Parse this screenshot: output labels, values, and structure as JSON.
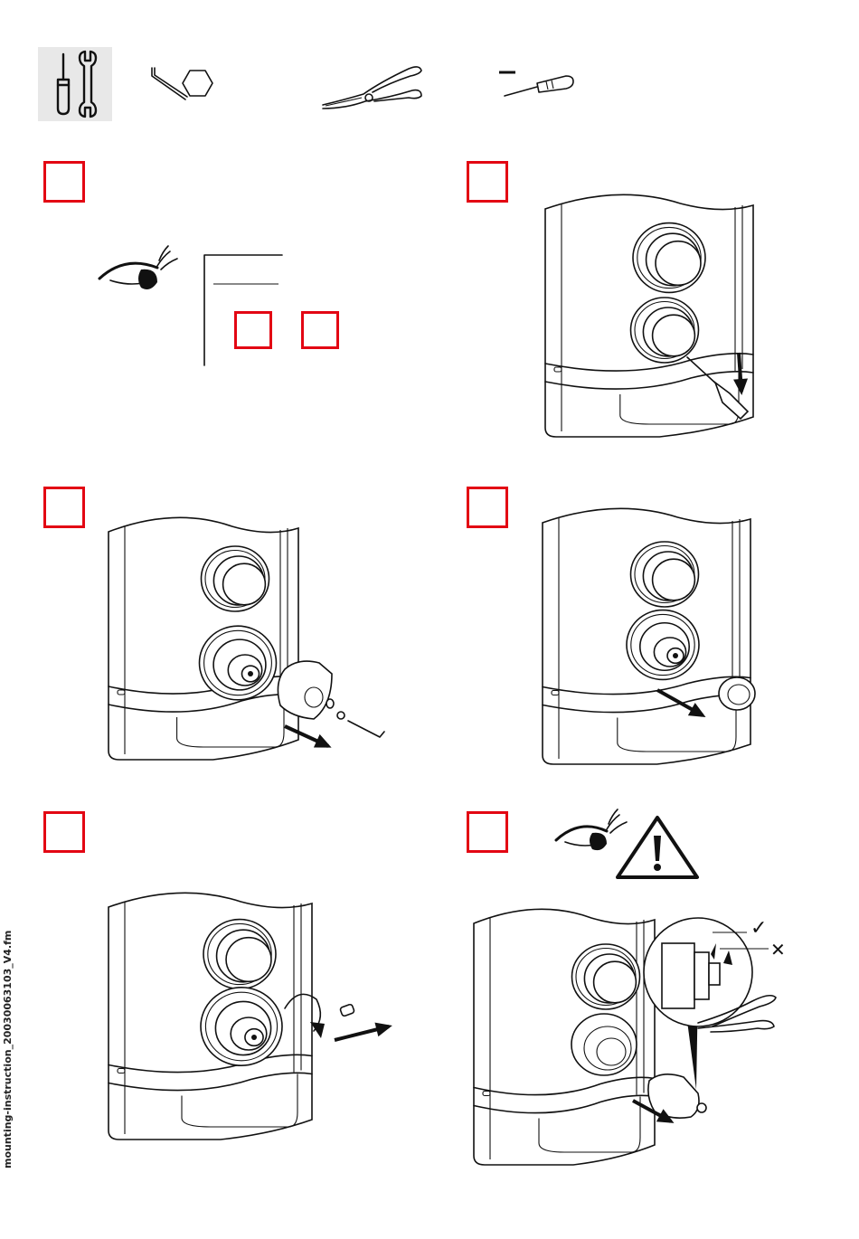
{
  "document": {
    "footer_filename": "mounting-instruction_20030063103_V4.fm"
  },
  "tools": [
    {
      "name": "tools-icon"
    },
    {
      "name": "hex-key-icon"
    },
    {
      "name": "pliers-icon"
    },
    {
      "name": "flat-screwdriver-icon"
    }
  ],
  "colors": {
    "step_box": "#e30613",
    "tool_badge_bg": "#e8e8e8",
    "line": "#111111"
  },
  "steps": [
    {
      "id": 1,
      "content": "inspection-note"
    },
    {
      "id": 2,
      "content": "pry-off-cap-with-screwdriver"
    },
    {
      "id": 3,
      "content": "remove-handle-with-hex-key"
    },
    {
      "id": 4,
      "content": "remove-sleeve"
    },
    {
      "id": 5,
      "content": "unscrew-spindle-stop"
    },
    {
      "id": 6,
      "content": "remove-cartridge-with-pliers"
    }
  ],
  "detail_marks": {
    "ok": "✓",
    "not_ok": "✕"
  }
}
